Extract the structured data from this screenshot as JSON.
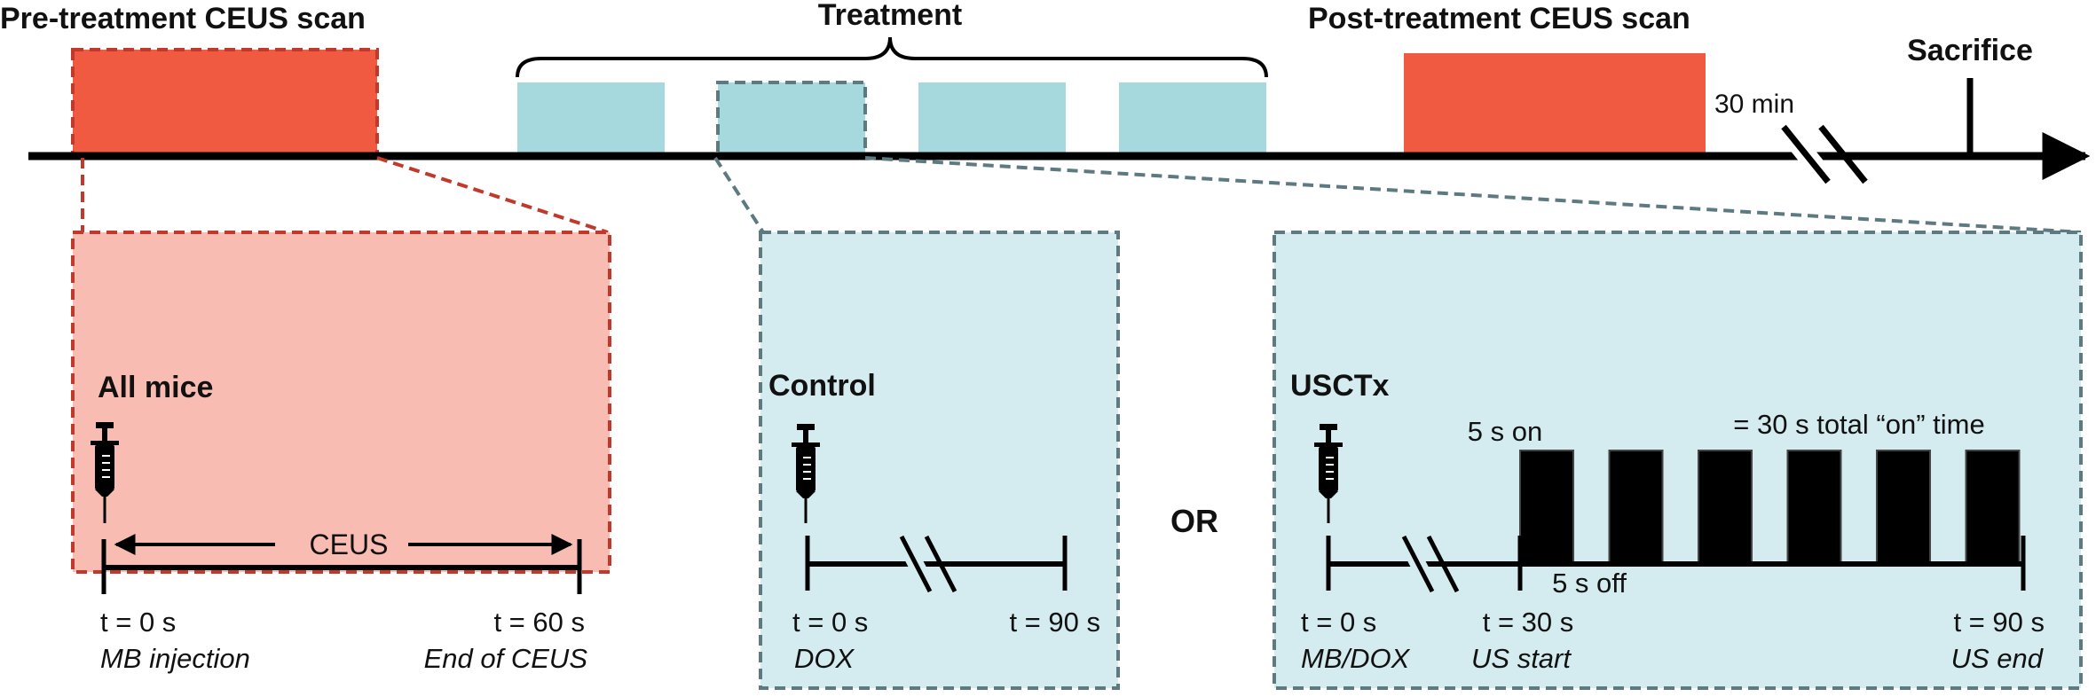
{
  "timeline": {
    "pre_label": "Pre-treatment CEUS scan",
    "treatment_label": "Treatment",
    "post_label": "Post-treatment CEUS scan",
    "sacrifice_label": "Sacrifice",
    "delay_label": "30 min",
    "treatment_session_count": 4
  },
  "panels": {
    "all_mice": {
      "title": "All mice",
      "ceus_label": "CEUS",
      "t_start": "t = 0 s",
      "t_start_event": "MB injection",
      "t_end": "t = 60 s",
      "t_end_event": "End of CEUS"
    },
    "control": {
      "title": "Control",
      "t_start": "t = 0 s",
      "t_start_event": "DOX",
      "t_end": "t = 90 s"
    },
    "or_label": "OR",
    "usctx": {
      "title": "USCTx",
      "on_label": "5 s on",
      "off_label": "5 s off",
      "total_label": "= 30 s total “on” time",
      "pulse_count": 6,
      "t_start": "t = 0 s",
      "t_start_event": "MB/DOX",
      "t_mid": "t = 30 s",
      "t_mid_event": "US start",
      "t_end": "t = 90 s",
      "t_end_event": "US end"
    }
  },
  "colors": {
    "ceus_block": "#ef5a40",
    "ceus_panel_fill": "#f9bcb2",
    "ceus_dash": "#c0392b",
    "treatment_block": "#a6d9de",
    "treatment_panel_fill": "#d4ecf0",
    "treatment_dash": "#5c7a80",
    "line": "#000000"
  }
}
